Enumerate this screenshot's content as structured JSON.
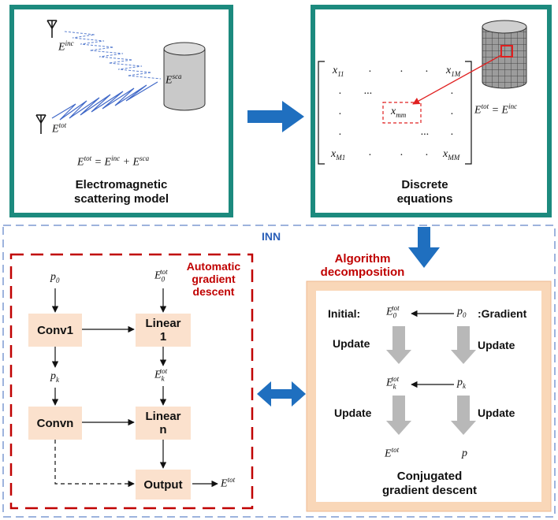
{
  "top_left": {
    "caption_line1": "Electromagnetic",
    "caption_line2": "scattering model",
    "e_inc": "E",
    "e_inc_sup": "inc",
    "e_sca": "E",
    "e_sca_sup": "sca",
    "e_tot": "E",
    "e_tot_sup": "tot",
    "equation": "E^tot = E^inc + E^sca"
  },
  "top_right": {
    "caption_line1": "Discrete",
    "caption_line2": "equations",
    "m11": "x",
    "m11_sub": "11",
    "m1M": "x",
    "m1M_sub": "1M",
    "mmm": "x",
    "mmm_sub": "mm",
    "mM1": "x",
    "mM1_sub": "M1",
    "mMM": "x",
    "mMM_sub": "MM",
    "dot": ".",
    "dots": "...",
    "equation": "E^tot = E^inc"
  },
  "inn_label": "INN",
  "left_box": {
    "title_line1": "Automatic",
    "title_line2": "gradient",
    "title_line3": "descent",
    "p0": "p",
    "p0_sub": "0",
    "e0": "E",
    "e0_sub": "0",
    "e0_sup": "tot",
    "pk": "p",
    "pk_sub": "k",
    "ek": "E",
    "ek_sub": "k",
    "ek_sup": "tot",
    "conv1": "Conv1",
    "convn": "Convn",
    "linear1_line1": "Linear",
    "linear1_line2": "1",
    "linearn_line1": "Linear",
    "linearn_line2": "n",
    "output": "Output",
    "etot": "E",
    "etot_sup": "tot"
  },
  "right_box": {
    "title_line1": "Algorithm",
    "title_line2": "decomposition",
    "initial": "Initial:",
    "gradient": ":Gradient",
    "update": "Update",
    "e0": "E",
    "e0_sub": "0",
    "e0_sup": "tot",
    "p0": "p",
    "p0_sub": "0",
    "ek": "E",
    "ek_sub": "k",
    "ek_sup": "tot",
    "pk": "p",
    "pk_sub": "k",
    "etot": "E",
    "etot_sup": "tot",
    "p": "p",
    "caption_line1": "Conjugated",
    "caption_line2": "gradient descent"
  },
  "colors": {
    "teal": "#1c8a7e",
    "blue_arrow": "#1f6fbf",
    "red": "#c00000",
    "peach": "#fbe1cd",
    "dashed_blue": "#9db3dd",
    "gray_arrow": "#b8b8b8"
  }
}
